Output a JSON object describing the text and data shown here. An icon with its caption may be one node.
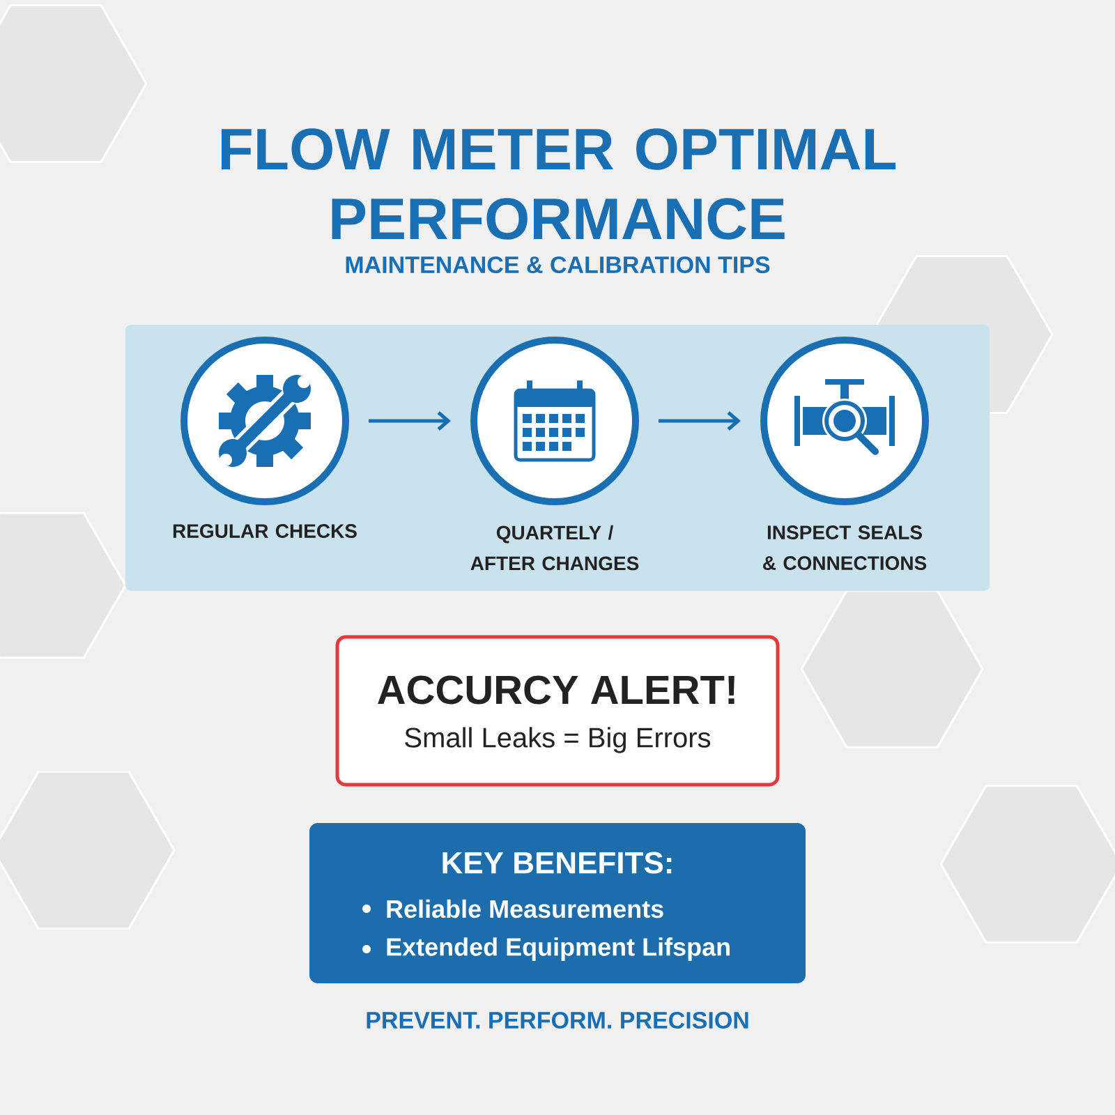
{
  "diagram": {
    "title": "FLOW METER OPTIMAL PERFORMANCE",
    "nodes": [
      {
        "text": [
          "REGULAR CHECKS"
        ]
      },
      {
        "text": [
          "QUARTELY / AFTER CHANGES"
        ]
      },
      {
        "text": [
          "INSPECT SEALS & CONNECTIONS"
        ]
      },
      {
        "text": [
          "ACCURCY ALERT!",
          "Small Leaks = Big Errors"
        ]
      },
      {
        "text": [
          "KEY BENEFITS:",
          "Reliable Measurements",
          "Extended Equipment Lifspan"
        ]
      }
    ],
    "edges": [
      {
        "from": 0,
        "to": 1,
        "arrow": "to"
      },
      {
        "from": 1,
        "to": 2,
        "arrow": "to"
      }
    ],
    "labels": [
      "MAINTENANCE & CALIBRATION TIPS",
      "PREVENT. PERFORM. PRECISION"
    ]
  }
}
